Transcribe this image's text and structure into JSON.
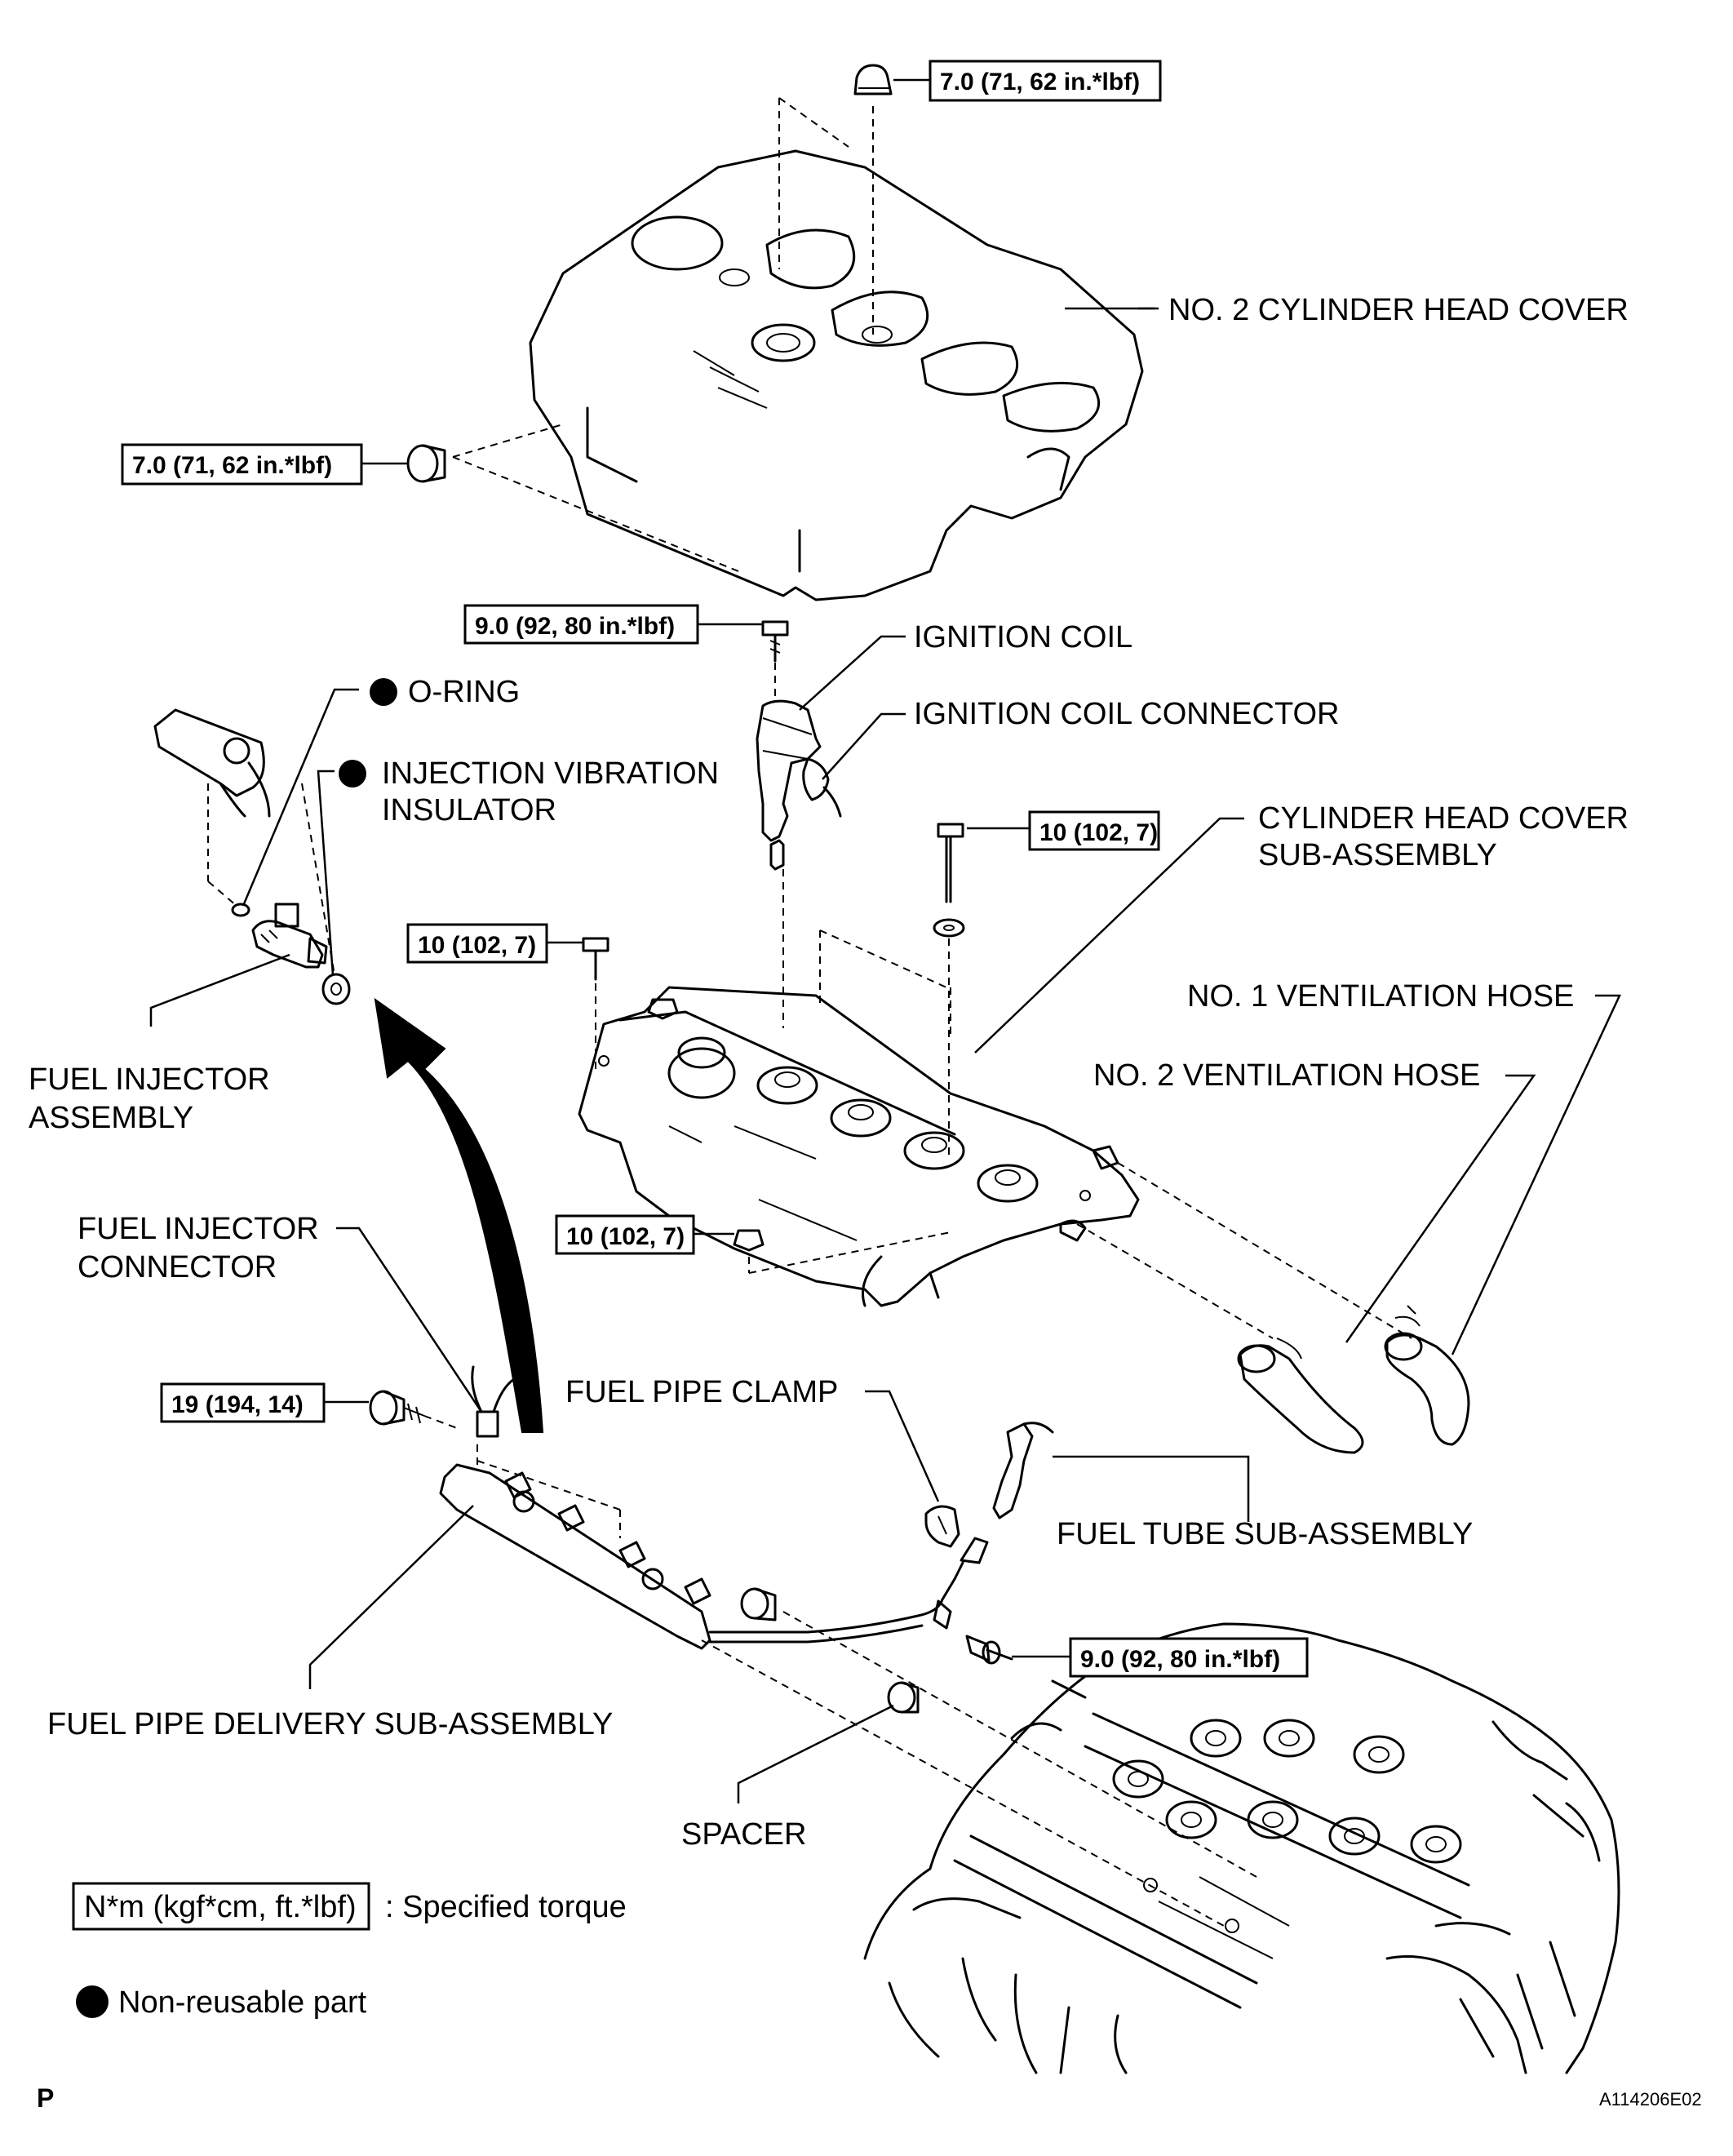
{
  "labels": {
    "no2_cylinder_head_cover": "NO. 2 CYLINDER HEAD COVER",
    "ignition_coil": "IGNITION COIL",
    "ignition_coil_connector": "IGNITION COIL CONNECTOR",
    "o_ring": "O-RING",
    "injection_vibration_insulator_1": "INJECTION VIBRATION",
    "injection_vibration_insulator_2": "INSULATOR",
    "cylinder_head_cover_sub_1": "CYLINDER HEAD COVER",
    "cylinder_head_cover_sub_2": "SUB-ASSEMBLY",
    "no1_ventilation_hose": "NO. 1 VENTILATION HOSE",
    "no2_ventilation_hose": "NO. 2 VENTILATION HOSE",
    "fuel_injector_assembly_1": "FUEL INJECTOR",
    "fuel_injector_assembly_2": "ASSEMBLY",
    "fuel_injector_connector_1": "FUEL INJECTOR",
    "fuel_injector_connector_2": "CONNECTOR",
    "fuel_pipe_clamp": "FUEL PIPE CLAMP",
    "fuel_tube_sub_assembly": "FUEL TUBE SUB-ASSEMBLY",
    "fuel_pipe_delivery_sub_assembly": "FUEL PIPE DELIVERY SUB-ASSEMBLY",
    "spacer": "SPACER"
  },
  "torques": {
    "head_cover_top_nut": "7.0 (71, 62 in.*lbf)",
    "head_cover_side_nut": "7.0 (71, 62 in.*lbf)",
    "ignition_coil_bolt": "9.0 (92, 80 in.*lbf)",
    "cover_bolt_right": "10 (102, 7)",
    "cover_bolt_left": "10 (102, 7)",
    "cover_nut_front": "10 (102, 7)",
    "delivery_pipe_bolt": "19 (194, 14)",
    "fuel_tube_bolt": "9.0 (92, 80 in.*lbf)"
  },
  "legend": {
    "torque_box": "N*m (kgf*cm, ft.*lbf)",
    "torque_desc": ": Specified torque",
    "non_reusable": "Non-reusable part"
  },
  "footer": {
    "page_letter": "P",
    "figure_code": "A114206E02"
  }
}
